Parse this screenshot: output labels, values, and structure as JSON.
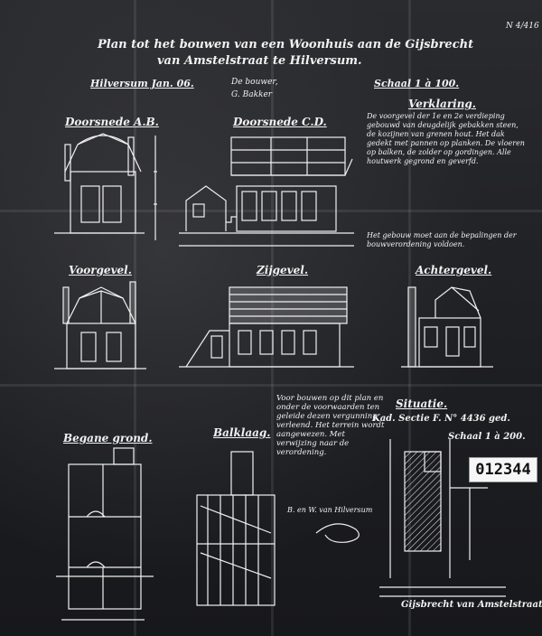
{
  "sheet_number": "N 4/416",
  "title_line1": "Plan tot het bouwen van een Woonhuis aan de Gijsbrecht",
  "title_line2": "van Amstelstraat te Hilversum.",
  "place_date": "Hilversum Jan. 06.",
  "scale": "Schaal 1 à 100.",
  "signature_label": "De bouwer,",
  "signature_name": "G. Bakker",
  "sections": {
    "section_ab": "Doorsnede A.B.",
    "section_cd": "Doorsnede C.D.",
    "front": "Voorgevel.",
    "side": "Zijgevel.",
    "rear": "Achtergevel.",
    "ground_floor": "Begane grond.",
    "beam_layer": "Balklaag."
  },
  "explanation_title": "Verklaring.",
  "explanation_text": "De voorgevel der 1e en 2e verdieping gebouwd van deugdelijk gebakken steen, de kozijnen van grenen hout. Het dak gedekt met pannen op planken. De vloeren op balken, de zolder op gordingen. Alle houtwerk gegrond en geverfd.",
  "explanation_note": "Het gebouw moet aan de bepalingen der bouwverordening voldoen.",
  "approval_text": "Voor bouwen op dit plan en onder de voorwaarden ten geleide dezen vergunning verleend. Het terrein wordt aangewezen. Met verwijzing naar de verordening.",
  "approval_sign": "B. en W. van Hilversum",
  "situation_title": "Situatie.",
  "situation_cadastre": "Kad. Sectie F. N° 4436 ged.",
  "situation_scale": "Schaal 1 à 200.",
  "street_name": "Gijsbrecht van Amstelstraat.",
  "archive_number": "012344"
}
